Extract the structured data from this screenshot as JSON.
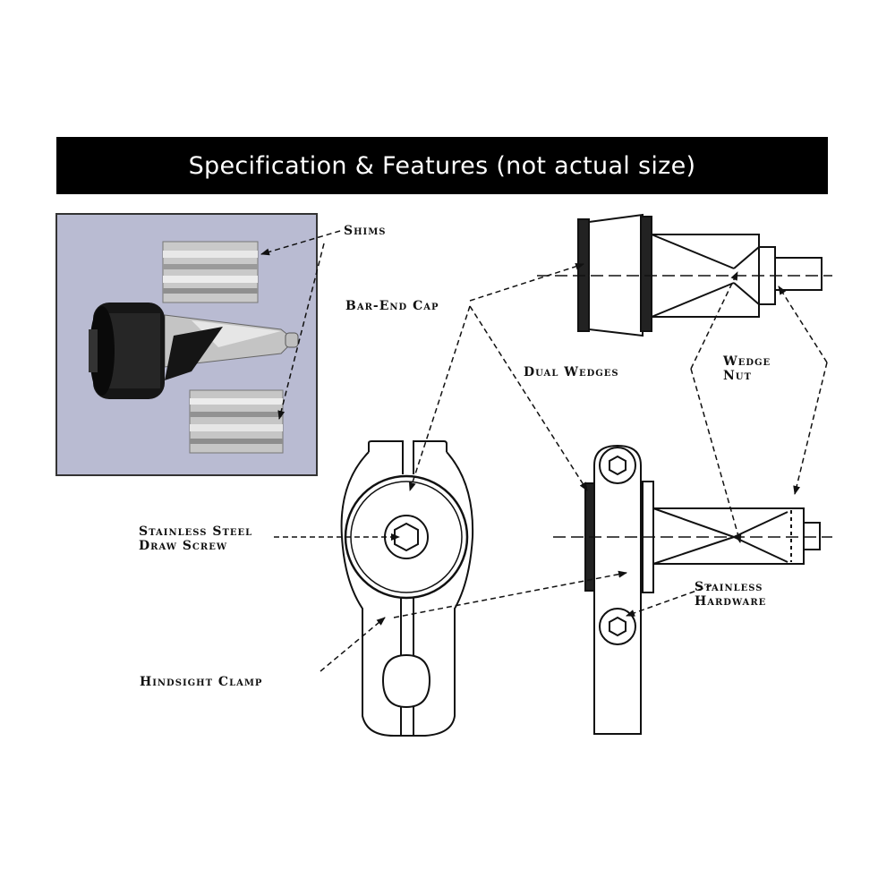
{
  "title": "Specification & Features (not actual size)",
  "labels": {
    "shims": "Shims",
    "bar_end_cap": "Bar-End Cap",
    "dual_wedges": "Dual Wedges",
    "wedge_nut": "Wedge\nNut",
    "stainless_steel_draw_screw": "Stainless Steel\nDraw Screw",
    "stainless_hardware": "Stainless\nHardware",
    "hindsight_clamp": "Hindsight Clamp"
  }
}
